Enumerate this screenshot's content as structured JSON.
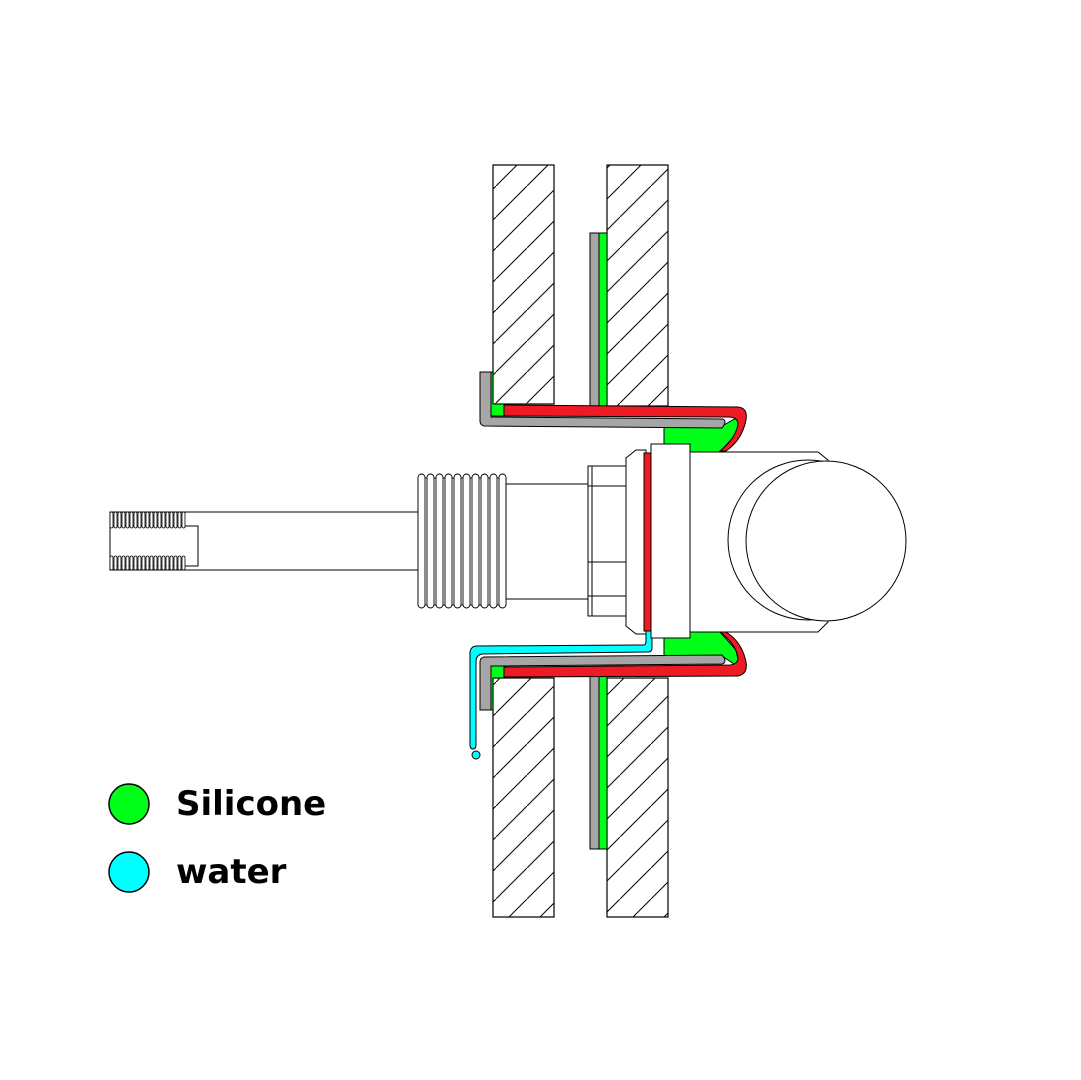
{
  "legend": {
    "items": [
      {
        "label": "Silicone",
        "color": "#00ff19"
      },
      {
        "label": "water",
        "color": "#00ffff"
      }
    ]
  },
  "colors": {
    "silicone": "#00ff19",
    "water": "#00ffff",
    "gasket": "#ee1b24",
    "flange": "#a6a6a6",
    "outline": "#000000",
    "wall_fill": "#ffffff"
  },
  "components": [
    "wall-panel-hatched",
    "flange-gray",
    "silicone-seal",
    "gasket-red",
    "threaded-shaft",
    "hex-nut",
    "round-handle",
    "water-drip"
  ]
}
